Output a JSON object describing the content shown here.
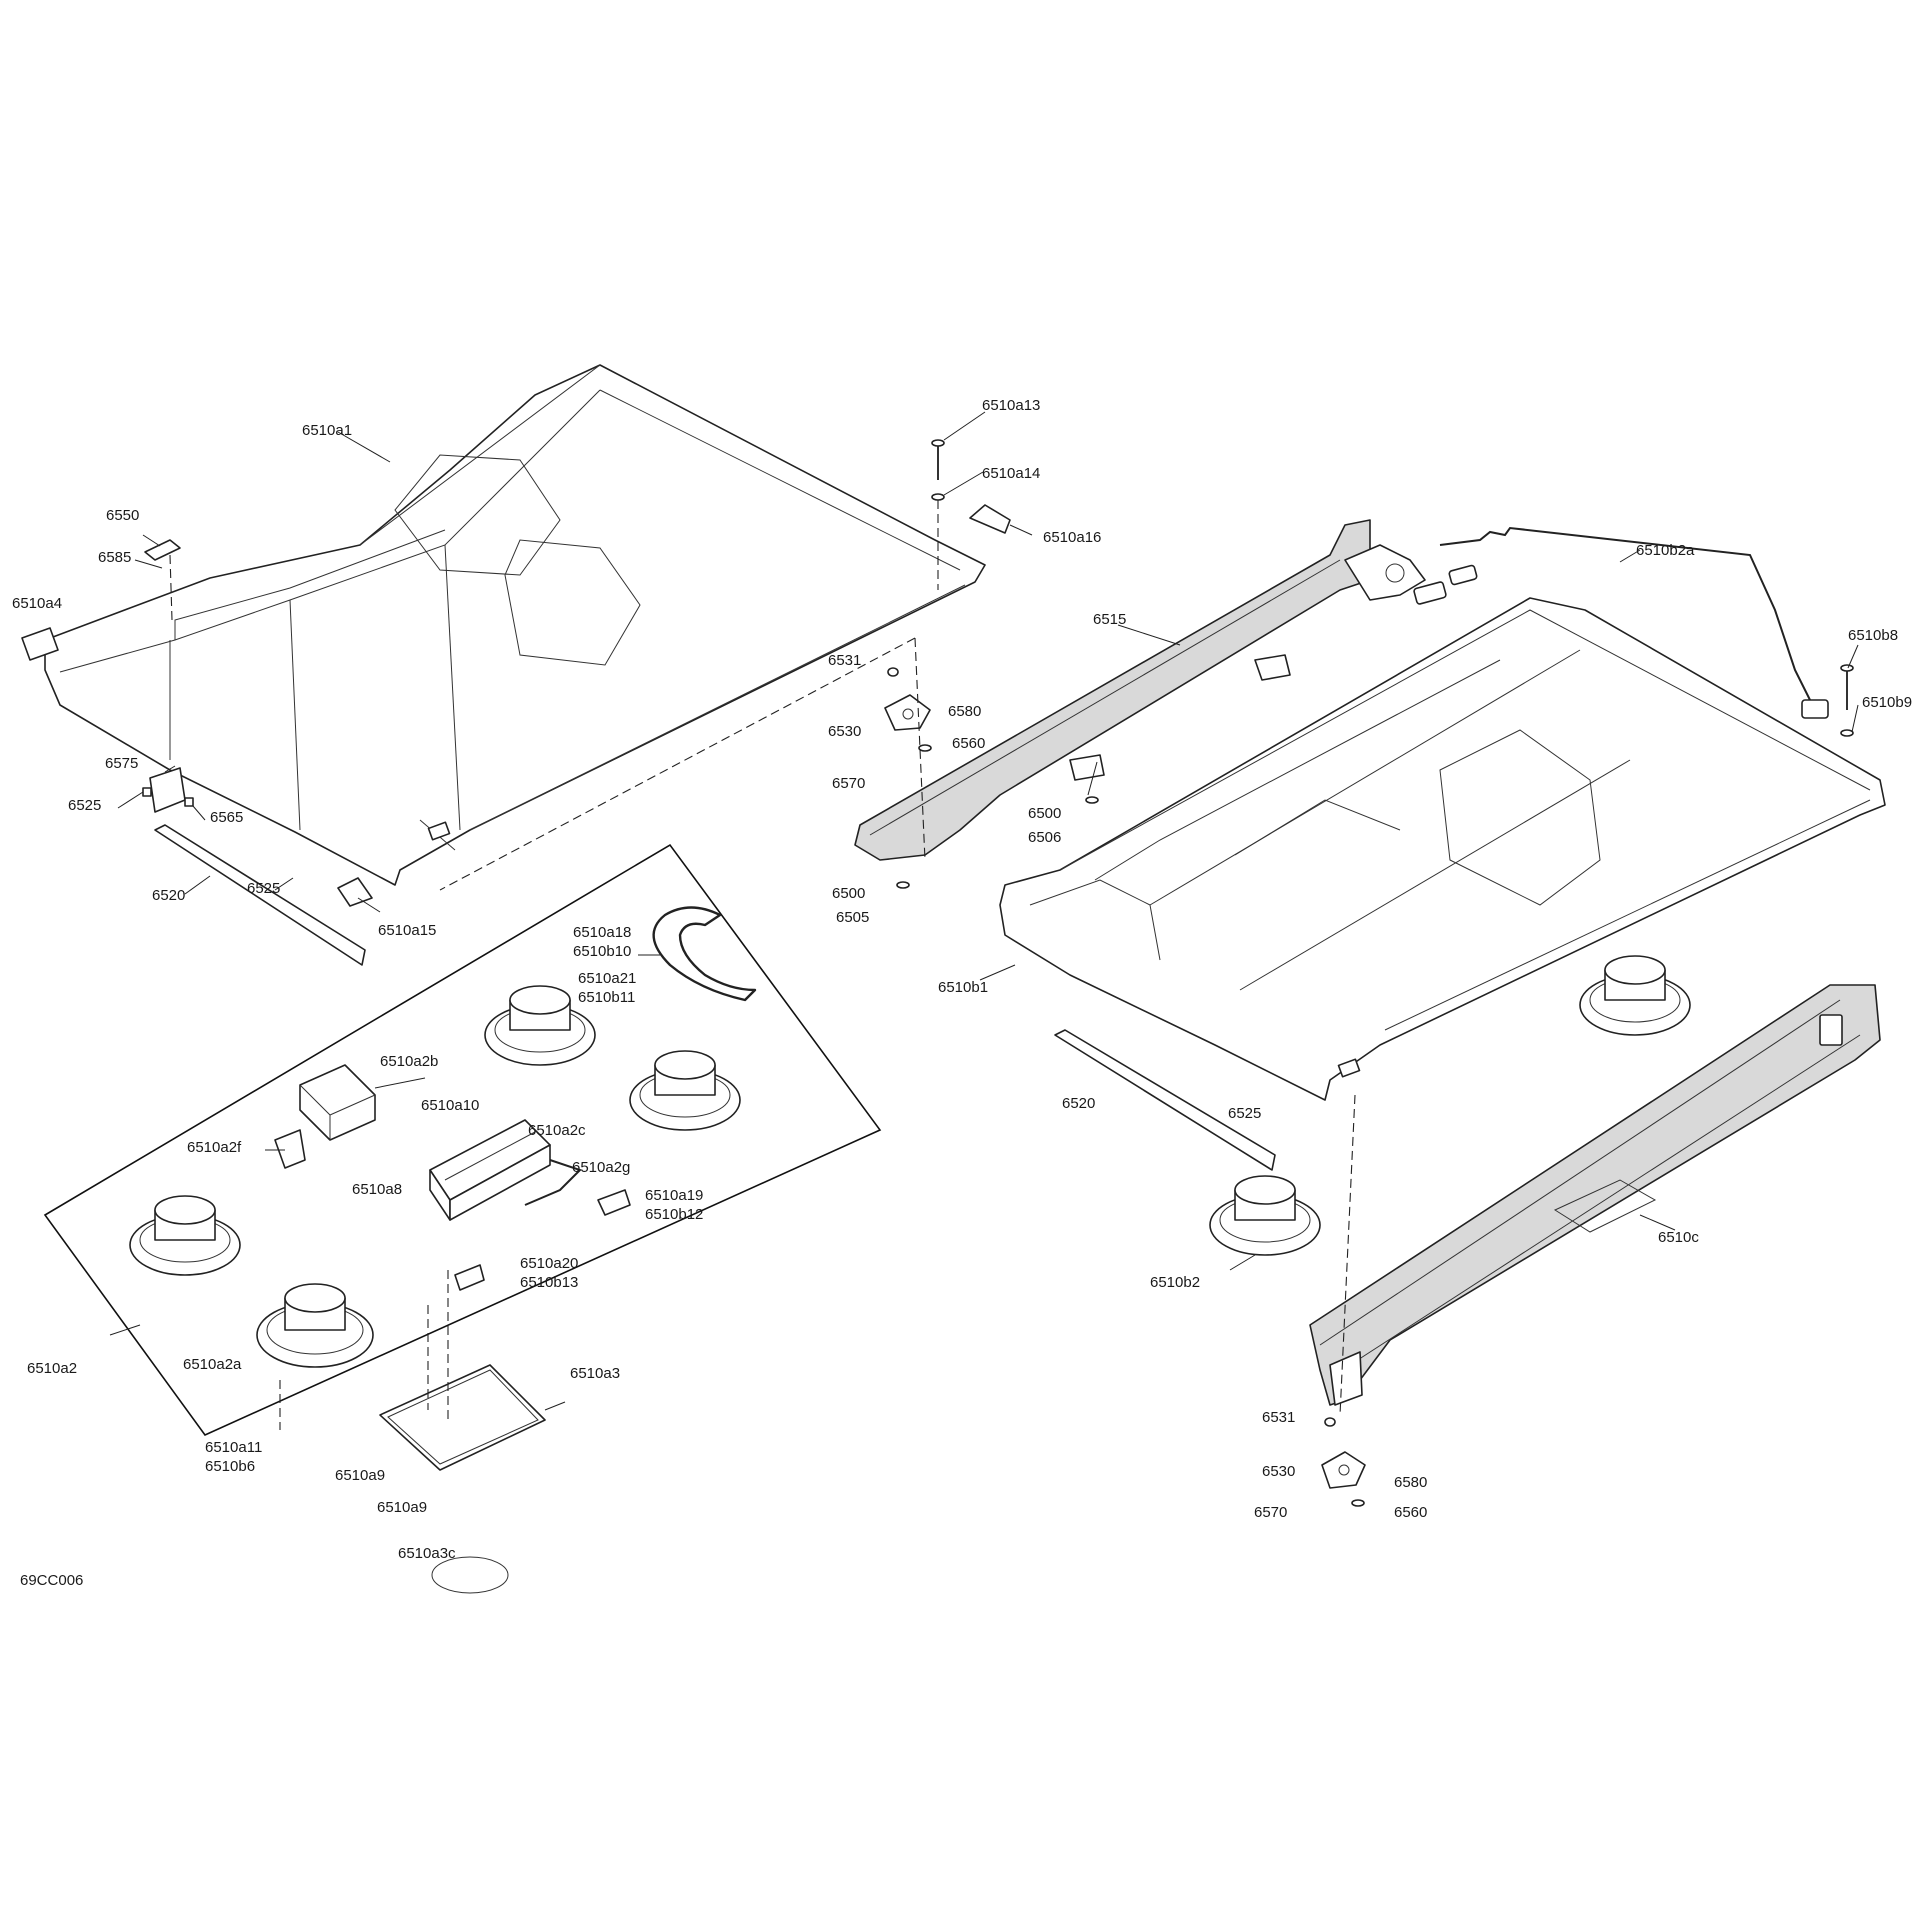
{
  "figure_ref": "69CC006",
  "labels": [
    {
      "id": "l-6510a1",
      "text": "6510a1"
    },
    {
      "id": "l-6510a13",
      "text": "6510a13"
    },
    {
      "id": "l-6510a14",
      "text": "6510a14"
    },
    {
      "id": "l-6510a16",
      "text": "6510a16"
    },
    {
      "id": "l-6550",
      "text": "6550"
    },
    {
      "id": "l-6585",
      "text": "6585"
    },
    {
      "id": "l-6510a4",
      "text": "6510a4"
    },
    {
      "id": "l-6575",
      "text": "6575"
    },
    {
      "id": "l-6525-a",
      "text": "6525"
    },
    {
      "id": "l-6565",
      "text": "6565"
    },
    {
      "id": "l-6525-b",
      "text": "6525"
    },
    {
      "id": "l-6520-a",
      "text": "6520"
    },
    {
      "id": "l-6510a15",
      "text": "6510a15"
    },
    {
      "id": "l-6531-a",
      "text": "6531"
    },
    {
      "id": "l-6530-a",
      "text": "6530"
    },
    {
      "id": "l-6580-a",
      "text": "6580"
    },
    {
      "id": "l-6560-a",
      "text": "6560"
    },
    {
      "id": "l-6570-a",
      "text": "6570"
    },
    {
      "id": "l-6515",
      "text": "6515"
    },
    {
      "id": "l-6500-a",
      "text": "6500"
    },
    {
      "id": "l-6506",
      "text": "6506"
    },
    {
      "id": "l-6500-b",
      "text": "6500"
    },
    {
      "id": "l-6505",
      "text": "6505"
    },
    {
      "id": "l-6510b2a",
      "text": "6510b2a"
    },
    {
      "id": "l-6510b8",
      "text": "6510b8"
    },
    {
      "id": "l-6510b9",
      "text": "6510b9"
    },
    {
      "id": "l-6510b1",
      "text": "6510b1"
    },
    {
      "id": "l-6520-b",
      "text": "6520"
    },
    {
      "id": "l-6525-c",
      "text": "6525"
    },
    {
      "id": "l-6510c",
      "text": "6510c"
    },
    {
      "id": "l-6510b2",
      "text": "6510b2"
    },
    {
      "id": "l-6531-b",
      "text": "6531"
    },
    {
      "id": "l-6530-b",
      "text": "6530"
    },
    {
      "id": "l-6580-b",
      "text": "6580"
    },
    {
      "id": "l-6570-b",
      "text": "6570"
    },
    {
      "id": "l-6560-b",
      "text": "6560"
    },
    {
      "id": "l-6510a18",
      "text": "6510a18"
    },
    {
      "id": "l-6510b10",
      "text": "6510b10"
    },
    {
      "id": "l-6510a21",
      "text": "6510a21"
    },
    {
      "id": "l-6510b11",
      "text": "6510b11"
    },
    {
      "id": "l-6510a2b",
      "text": "6510a2b"
    },
    {
      "id": "l-6510a10",
      "text": "6510a10"
    },
    {
      "id": "l-6510a2f",
      "text": "6510a2f"
    },
    {
      "id": "l-6510a2c",
      "text": "6510a2c"
    },
    {
      "id": "l-6510a8",
      "text": "6510a8"
    },
    {
      "id": "l-6510a2g",
      "text": "6510a2g"
    },
    {
      "id": "l-6510a19",
      "text": "6510a19"
    },
    {
      "id": "l-6510b12",
      "text": "6510b12"
    },
    {
      "id": "l-6510a20",
      "text": "6510a20"
    },
    {
      "id": "l-6510b13",
      "text": "6510b13"
    },
    {
      "id": "l-6510a2",
      "text": "6510a2"
    },
    {
      "id": "l-6510a2a",
      "text": "6510a2a"
    },
    {
      "id": "l-6510a3",
      "text": "6510a3"
    },
    {
      "id": "l-6510a11",
      "text": "6510a11"
    },
    {
      "id": "l-6510b6",
      "text": "6510b6"
    },
    {
      "id": "l-6510a9-a",
      "text": "6510a9"
    },
    {
      "id": "l-6510a9-b",
      "text": "6510a9"
    },
    {
      "id": "l-6510a3c",
      "text": "6510a3c"
    }
  ]
}
